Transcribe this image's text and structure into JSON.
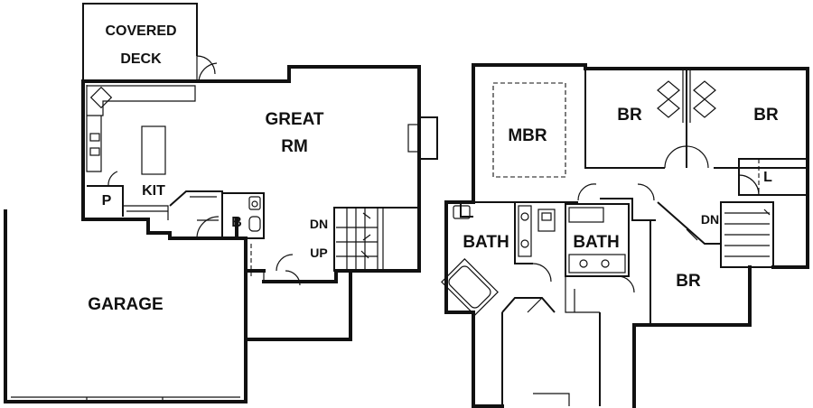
{
  "labels": {
    "covered_deck_1": "COVERED",
    "covered_deck_2": "DECK",
    "great_rm_1": "GREAT",
    "great_rm_2": "RM",
    "kit": "KIT",
    "pantry": "P",
    "bath_small": "B",
    "dn_main": "DN",
    "up_main": "UP",
    "garage": "GARAGE",
    "mbr": "MBR",
    "br_1": "BR",
    "br_2": "BR",
    "br_3": "BR",
    "bath_1": "BATH",
    "bath_2": "BATH",
    "linen": "L",
    "dn_upper": "DN"
  }
}
